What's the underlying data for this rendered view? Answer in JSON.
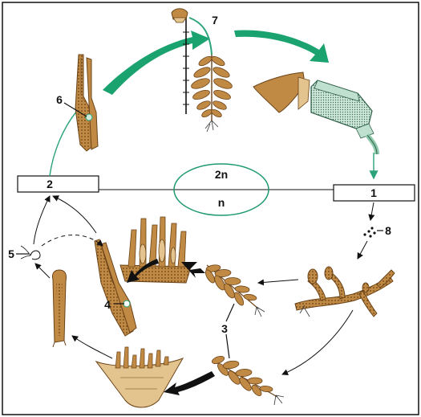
{
  "diagram": {
    "ploidy_upper": "2n",
    "ploidy_lower": "n",
    "stage_box_left": "2",
    "stage_box_right": "1",
    "labels": {
      "l3": "3",
      "l4": "4",
      "l5": "5",
      "l6": "6",
      "l7": "7",
      "l8": "8"
    },
    "colors": {
      "green_arrow": "#1aa26f",
      "green_line": "#2aa37a",
      "brown_fill": "#c08a45",
      "brown_dark": "#6b4318",
      "capsule_fill": "#bfe0cf",
      "ellipse_stroke": "#1f9a6c",
      "black": "#111111"
    }
  }
}
